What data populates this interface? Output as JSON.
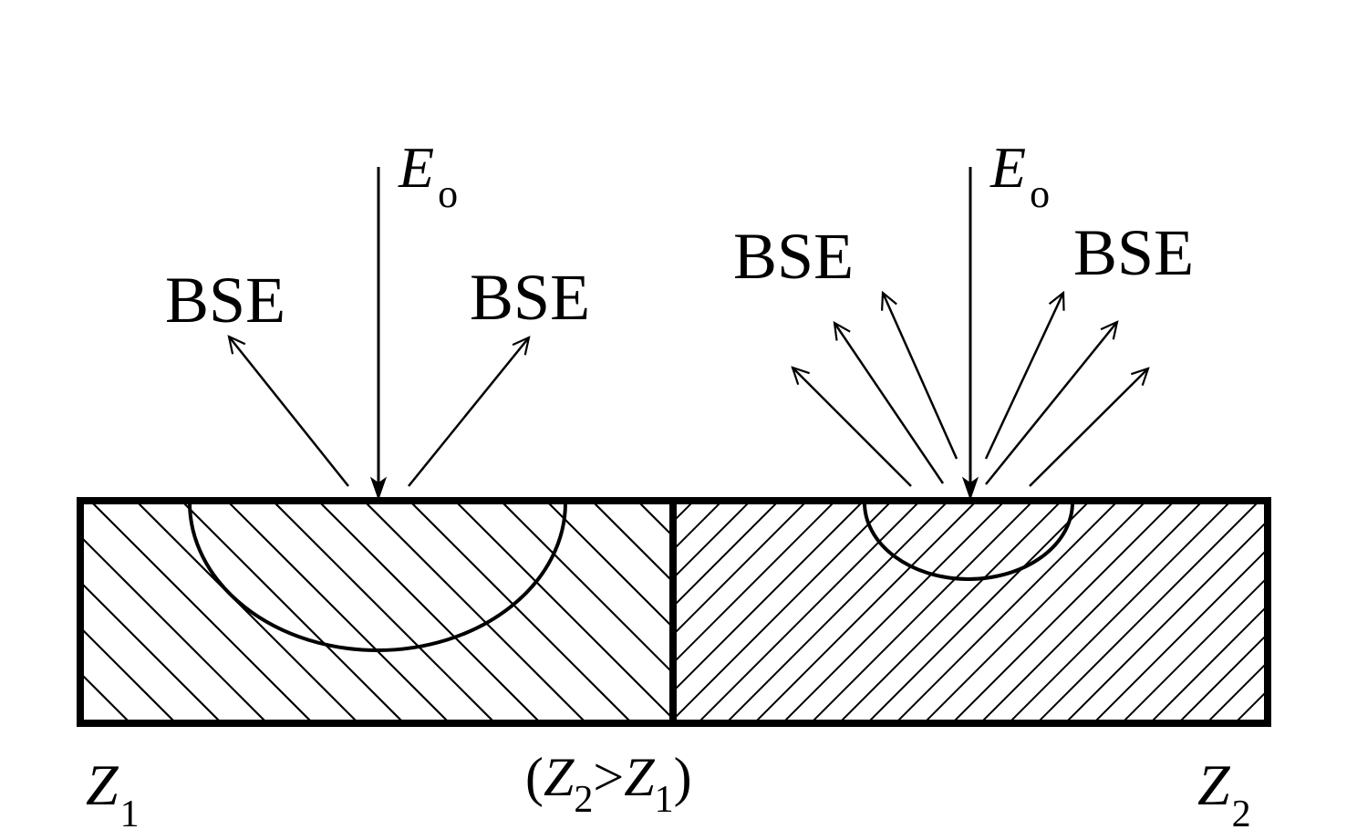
{
  "labels": {
    "beam_left": "E",
    "beam_left_sub": "o",
    "beam_right": "E",
    "beam_right_sub": "o",
    "bse_left_1": "BSE",
    "bse_left_2": "BSE",
    "bse_right_1": "BSE",
    "bse_right_2": "BSE",
    "material_left": "Z",
    "material_left_sub": "1",
    "material_right": "Z",
    "material_right_sub": "2",
    "comparison": {
      "open": "(",
      "z2": "Z",
      "z2_sub": "2",
      "gt": ">",
      "z1": "Z",
      "z1_sub": "1",
      "close": ")"
    }
  },
  "colors": {
    "line": "#000000",
    "background": "#ffffff"
  }
}
